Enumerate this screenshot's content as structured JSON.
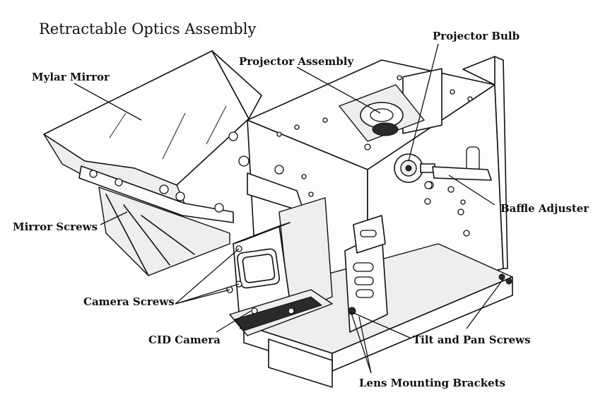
{
  "title": "Retractable Optics Assembly",
  "labels": {
    "projector_bulb": "Projector Bulb",
    "projector_assembly": "Projector Assembly",
    "mylar_mirror": "Mylar Mirror",
    "baffle_adjuster": "Baffle Adjuster",
    "mirror_screws": "Mirror Screws",
    "camera_screws": "Camera Screws",
    "cid_camera": "CID Camera",
    "tilt_pan_screws": "Tilt and Pan Screws",
    "lens_mounting_brackets": "Lens Mounting Brackets"
  }
}
